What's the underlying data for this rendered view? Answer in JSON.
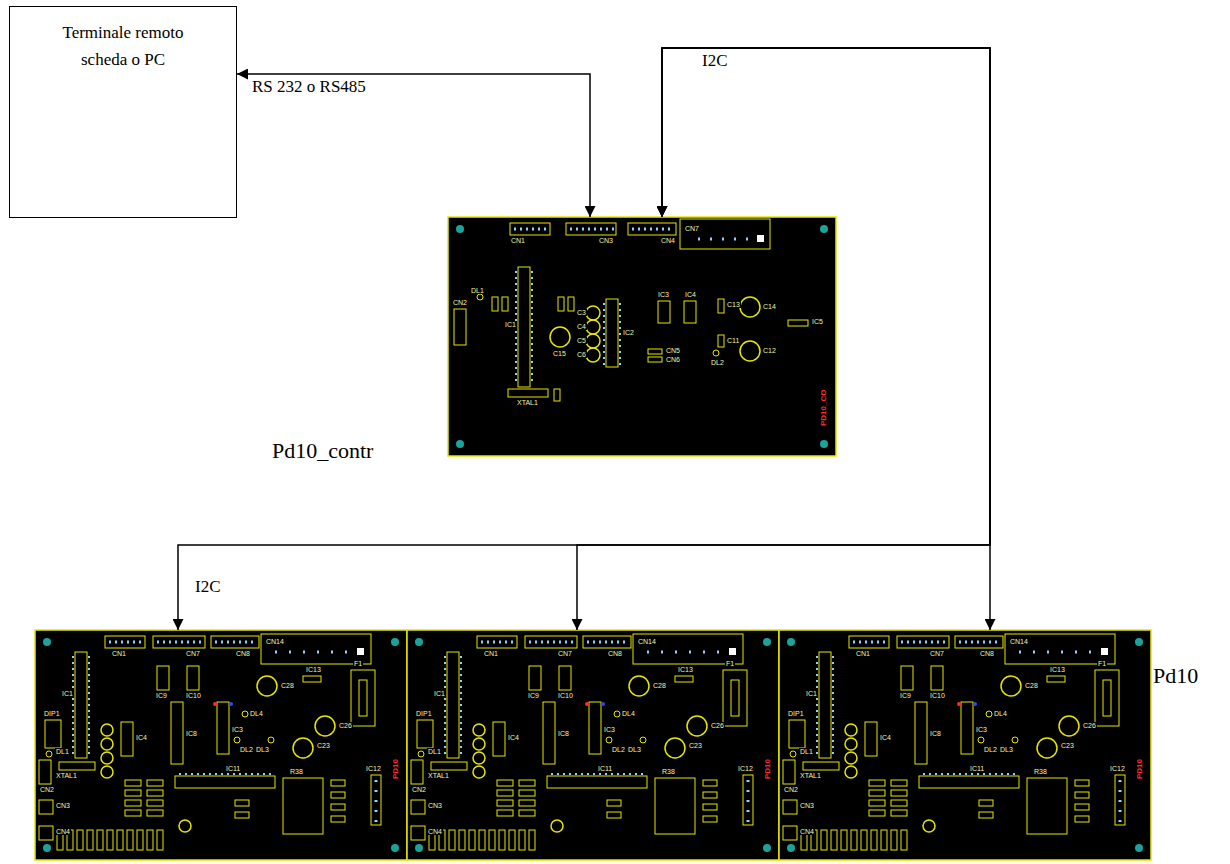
{
  "diagram": {
    "nodes": [
      {
        "text": [
          "Terminale remoto scheda o PC"
        ]
      },
      {
        "text": [
          "Pd10_contr",
          "CN1",
          "CN3",
          "CN4",
          "CN7",
          "CN2",
          "IC1",
          "XTAL1",
          "IC2",
          "IC3",
          "IC4",
          "IC5",
          "C15",
          "C3",
          "C4",
          "C5",
          "C6",
          "CN5",
          "CN6",
          "DL1",
          "DL2",
          "C13",
          "C14",
          "C11",
          "C12",
          "PD10_CO"
        ]
      },
      {
        "text": [
          "CN1",
          "CN7",
          "CN8",
          "CN14",
          "IC1",
          "XTAL1",
          "DIP1",
          "CN2",
          "CN3",
          "CN4",
          "IC9",
          "IC10",
          "IC4",
          "IC8",
          "IC3",
          "IC11",
          "R38",
          "IC13",
          "F1",
          "IC12",
          "C23",
          "C26",
          "C28",
          "DL1",
          "DL2",
          "DL3",
          "DL4",
          "PD10"
        ]
      },
      {
        "text": [
          "CN1",
          "CN7",
          "CN8",
          "CN14",
          "IC1",
          "XTAL1",
          "DIP1",
          "CN2",
          "CN3",
          "CN4",
          "IC9",
          "IC10",
          "IC4",
          "IC8",
          "IC3",
          "IC11",
          "R38",
          "IC13",
          "F1",
          "IC12",
          "C23",
          "C26",
          "C28",
          "DL1",
          "DL2",
          "DL3",
          "DL4",
          "PD10"
        ]
      },
      {
        "text": [
          "CN1",
          "CN7",
          "CN8",
          "CN14",
          "IC1",
          "XTAL1",
          "DIP1",
          "CN2",
          "CN3",
          "CN4",
          "IC9",
          "IC10",
          "IC4",
          "IC8",
          "IC3",
          "IC11",
          "R38",
          "IC13",
          "F1",
          "IC12",
          "C23",
          "C26",
          "C28",
          "DL1",
          "DL2",
          "DL3",
          "DL4",
          "PD10",
          "Pd10"
        ]
      }
    ],
    "edges": [
      {
        "from": 1,
        "to": 0,
        "label": "RS 232 o RS485",
        "arrow": "both"
      },
      {
        "from": 1,
        "to": 2,
        "label": "I2C",
        "arrow": "both"
      },
      {
        "from": 1,
        "to": 3,
        "arrow": "both"
      },
      {
        "from": 1,
        "to": 4,
        "label": "I2C",
        "arrow": "both"
      }
    ]
  }
}
